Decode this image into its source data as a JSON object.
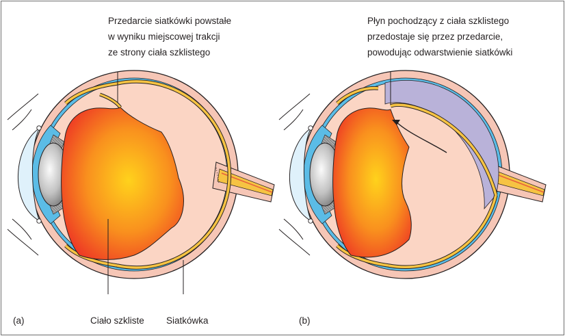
{
  "panel_a": {
    "tag": "(a)",
    "annotation_lines": [
      "Przedarcie siatkówki powstałe",
      "w wyniku miejscowej trakcji",
      "ze strony ciała szklistego"
    ],
    "label_vitreous": "Ciało szkliste",
    "label_retina": "Siatkówka"
  },
  "panel_b": {
    "tag": "(b)",
    "annotation_lines": [
      "Płyn pochodzący z ciała szklistego",
      "przedostaje się przez przedarcie,",
      "powodując odwarstwienie siatkówki"
    ]
  },
  "colors": {
    "sclera_outer": "#f6c6b6",
    "choroid_blue": "#5bbce6",
    "retina_yellow": "#f6c343",
    "vitreous_center": "#ffd21c",
    "vitreous_edge": "#ef3b24",
    "vitreous_space": "#fbd5c4",
    "subretinal_fluid": "#b9b2d9",
    "cornea": "#dff1fb",
    "lens_light": "#f5f5f5",
    "lens_dark": "#7b7b7b",
    "outline": "#231f20"
  }
}
